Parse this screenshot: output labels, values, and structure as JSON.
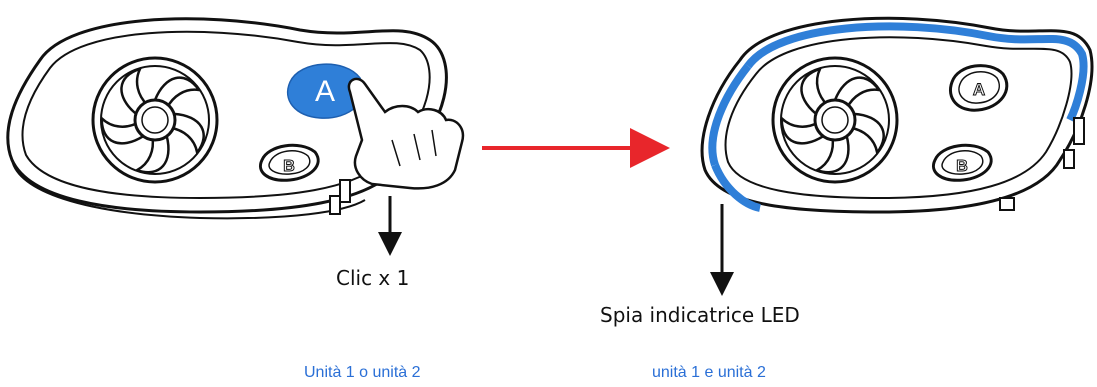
{
  "diagram": {
    "left_device": {
      "button_a": "A",
      "button_b": "B",
      "action_label": "Clic x 1",
      "caption": "Unità 1 o unità 2"
    },
    "right_device": {
      "button_a": "A",
      "button_b": "B",
      "led_label": "Spia indicatrice LED",
      "caption": "unità 1 e unità 2"
    },
    "colors": {
      "led_blue": "#2f7fd8",
      "arrow_red": "#e8262b",
      "outline": "#111111",
      "caption_blue": "#2a6fd6"
    },
    "icons": [
      "fan-icon",
      "hand-pointer-icon",
      "arrow-right-icon",
      "arrow-down-icon"
    ]
  }
}
